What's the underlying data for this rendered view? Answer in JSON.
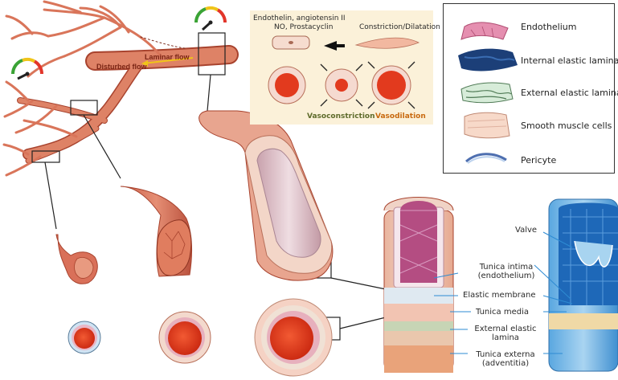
{
  "colors": {
    "vessel": "#d9755a",
    "vessel_dark": "#a8432e",
    "lumen": "#e23a1e",
    "panel_bg": "#fbf1d9",
    "wall_pink": "#f2c9bf",
    "muscle": "#f6dccf",
    "endo": "#e7b6c3",
    "blue": "#2f7fd0",
    "label_blue": "#2e8bd3",
    "arrow_yellow": "#f0c419",
    "vaso_green": "#5e6b2b",
    "vaso_orange": "#c86a10"
  },
  "gauges": [
    {
      "name": "gauge-left",
      "level": "low"
    },
    {
      "name": "gauge-top",
      "level": "high"
    }
  ],
  "flow_labels": {
    "disturbed": "Disturbed flow",
    "laminar": "Laminar flow"
  },
  "vaso": {
    "line1": "Endothelin, angiotensin II",
    "line2": "NO, Prostacyclin",
    "right_label_a": "Constriction/",
    "right_label_b": "Dilatation",
    "vasoconstriction": "Vasoconstriction",
    "vasodilation": "Vasodilation"
  },
  "legend": {
    "items": [
      {
        "label": "Endothelium",
        "icon": "endothelium-icon"
      },
      {
        "label": "Internal elastic lamina",
        "icon": "internal-elastic-lamina-icon"
      },
      {
        "label": "External elastic lamina",
        "icon": "external-elastic-lamina-icon"
      },
      {
        "label": "Smooth muscle cells",
        "icon": "smooth-muscle-icon"
      },
      {
        "label": "Pericyte",
        "icon": "pericyte-icon"
      }
    ]
  },
  "layers": {
    "valve": "Valve",
    "intima_1": "Tunica intima",
    "intima_2": "(endothelium)",
    "elastic_membrane": "Elastic membrane",
    "media": "Tunica media",
    "ext_elastic_1": "External elastic",
    "ext_elastic_2": "lamina",
    "externa_1": "Tunica externa",
    "externa_2": "(adventitia)"
  }
}
